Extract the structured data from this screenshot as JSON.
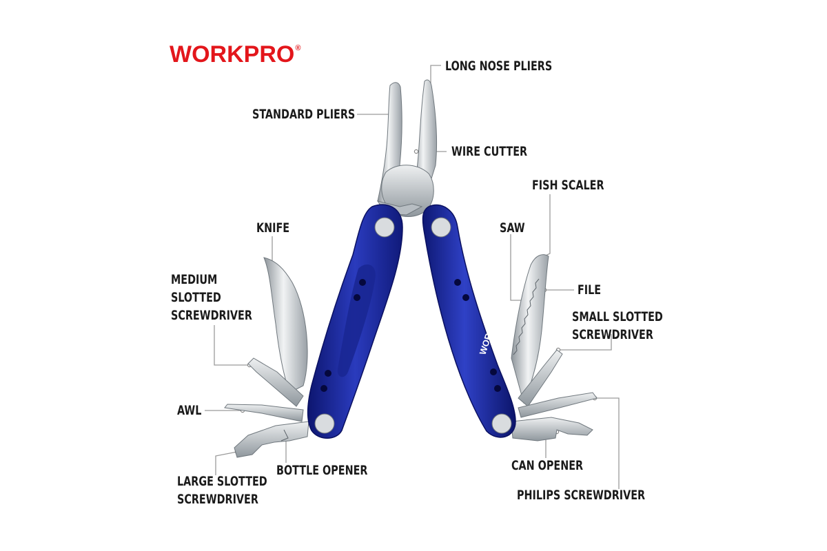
{
  "brand": {
    "name": "WORKPRO",
    "mark": "®",
    "color": "#e3161b"
  },
  "tool": {
    "handle_color": "#1f2fa0",
    "handle_text": "WORKPRO",
    "blade_color": "#c9ced2"
  },
  "labels": {
    "long_nose_pliers": "LONG NOSE PLIERS",
    "standard_pliers": "STANDARD PLIERS",
    "wire_cutter": "WIRE CUTTER",
    "fish_scaler": "FISH SCALER",
    "knife": "KNIFE",
    "saw": "SAW",
    "medium_slotted_screwdriver": [
      "MEDIUM",
      "SLOTTED",
      "SCREWDRIVER"
    ],
    "file": "FILE",
    "small_slotted_screwdriver": [
      "SMALL SLOTTED",
      "SCREWDRIVER"
    ],
    "awl": "AWL",
    "can_opener": "CAN OPENER",
    "bottle_opener": "BOTTLE OPENER",
    "large_slotted_screwdriver": [
      "LARGE SLOTTED",
      "SCREWDRIVER"
    ],
    "philips_screwdriver": "PHILIPS SCREWDRIVER"
  }
}
